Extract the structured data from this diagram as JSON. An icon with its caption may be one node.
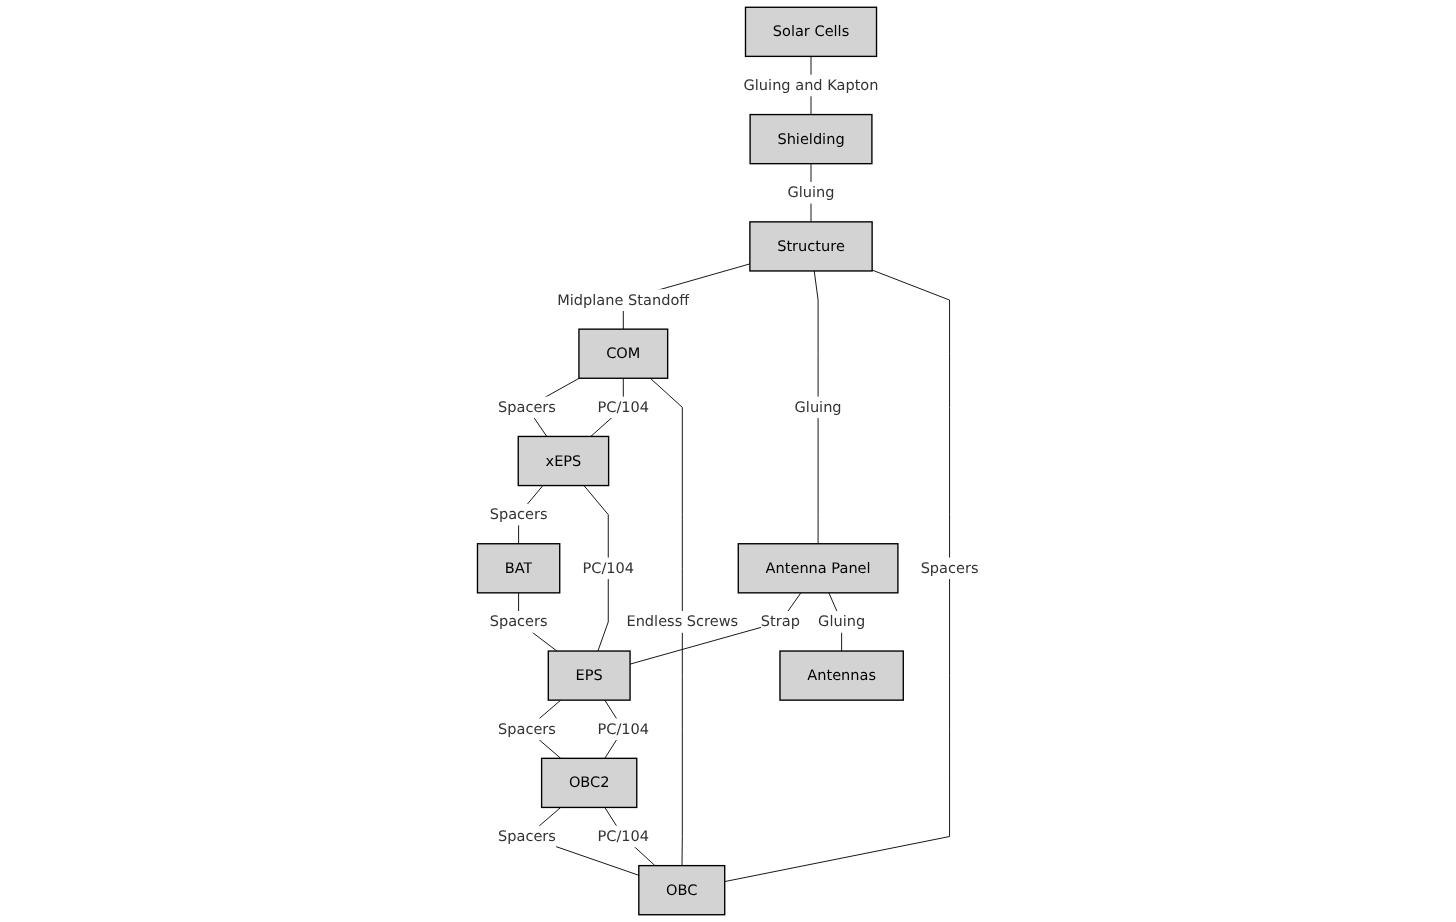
{
  "diagram": {
    "nodes": [
      {
        "text": [
          "Solar Cells"
        ]
      },
      {
        "text": [
          "Shielding"
        ]
      },
      {
        "text": [
          "Structure"
        ]
      },
      {
        "text": [
          "Antenna Panel"
        ]
      },
      {
        "text": [
          "Antennas"
        ]
      },
      {
        "text": [
          "COM"
        ]
      },
      {
        "text": [
          "xEPS"
        ]
      },
      {
        "text": [
          "BAT"
        ]
      },
      {
        "text": [
          "EPS"
        ]
      },
      {
        "text": [
          "OBC2"
        ]
      },
      {
        "text": [
          "OBC"
        ]
      }
    ],
    "edges": [
      {
        "from": 0,
        "to": 1,
        "arrow": "none",
        "label": "Gluing and Kapton"
      },
      {
        "from": 1,
        "to": 2,
        "arrow": "none",
        "label": "Gluing"
      },
      {
        "from": 2,
        "to": 5,
        "arrow": "none",
        "label": "Midplane Standoff"
      },
      {
        "from": 2,
        "to": 3,
        "arrow": "none",
        "label": "Gluing"
      },
      {
        "from": 2,
        "to": 10,
        "arrow": "none",
        "label": "Spacers"
      },
      {
        "from": 3,
        "to": 8,
        "arrow": "none",
        "label": "Strap"
      },
      {
        "from": 3,
        "to": 4,
        "arrow": "none",
        "label": "Gluing"
      },
      {
        "from": 5,
        "to": 6,
        "arrow": "none",
        "label": "Spacers"
      },
      {
        "from": 5,
        "to": 6,
        "arrow": "none",
        "label": "PC/104"
      },
      {
        "from": 5,
        "to": 10,
        "arrow": "none",
        "label": "Endless Screws"
      },
      {
        "from": 6,
        "to": 7,
        "arrow": "none",
        "label": "Spacers"
      },
      {
        "from": 6,
        "to": 8,
        "arrow": "none",
        "label": "PC/104"
      },
      {
        "from": 7,
        "to": 8,
        "arrow": "none",
        "label": "Spacers"
      },
      {
        "from": 8,
        "to": 9,
        "arrow": "none",
        "label": "Spacers"
      },
      {
        "from": 8,
        "to": 9,
        "arrow": "none",
        "label": "PC/104"
      },
      {
        "from": 9,
        "to": 10,
        "arrow": "none",
        "label": "Spacers"
      },
      {
        "from": 9,
        "to": 10,
        "arrow": "none",
        "label": "PC/104"
      }
    ]
  }
}
